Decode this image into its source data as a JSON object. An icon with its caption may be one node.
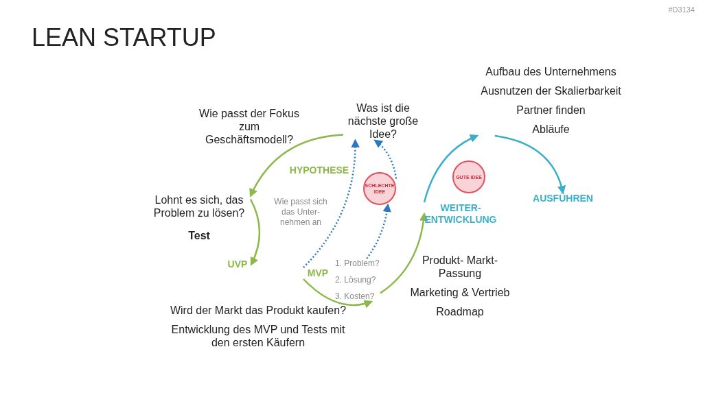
{
  "diagram": {
    "title": "LEAN STARTUP",
    "nodes": [
      {
        "text": [
          "Wie passt der Fokus zum Geschäftsmodell?"
        ]
      },
      {
        "text": [
          "Was ist die nächste große Idee?"
        ]
      },
      {
        "text": [
          "HYPOTHESE"
        ]
      },
      {
        "text": [
          "SCHLECHTE IDEE"
        ]
      },
      {
        "text": [
          "GUTE IDEE"
        ]
      },
      {
        "text": [
          "Aufbau des Unternehmens",
          "Ausnutzen der Skalierbarkeit",
          "Partner finden",
          "Abläufe"
        ]
      },
      {
        "text": [
          "Lohnt es sich, das Problem zu lösen?",
          "Test"
        ]
      },
      {
        "text": [
          "Wie passt sich das Unter- nehmen an"
        ]
      },
      {
        "text": [
          "WEITER- ENTWICKLUNG"
        ]
      },
      {
        "text": [
          "AUSFÜHREN"
        ]
      },
      {
        "text": [
          "UVP"
        ]
      },
      {
        "text": [
          "MVP"
        ]
      },
      {
        "text": [
          "1. Problem?",
          "2. Lösung?",
          "3. Kosten?"
        ]
      },
      {
        "text": [
          "Produkt- Markt-Passung",
          "Marketing & Vertrieb",
          "Roadmap"
        ]
      },
      {
        "text": [
          "Wird der Markt das Produkt kaufen?",
          "Entwicklung des MVP und Tests mit den ersten Käufern"
        ]
      }
    ],
    "edges": [
      {
        "from": 1,
        "to": 6,
        "arrow": "to"
      },
      {
        "from": 6,
        "to": 10,
        "arrow": "to"
      },
      {
        "from": 11,
        "to": 12,
        "arrow": "to"
      },
      {
        "from": 12,
        "to": 8,
        "arrow": "to"
      },
      {
        "from": 8,
        "to": 5,
        "arrow": "to",
        "color": "#3aaecb"
      },
      {
        "from": 5,
        "to": 9,
        "arrow": "to",
        "color": "#3aaecb"
      },
      {
        "from": 11,
        "to": 1,
        "arrow": "to",
        "style": "dashed",
        "color": "#2a78c0"
      },
      {
        "from": 12,
        "to": 3,
        "arrow": "to",
        "style": "dashed",
        "color": "#2a78c0"
      },
      {
        "from": 3,
        "to": 1,
        "arrow": "to",
        "style": "dashed",
        "color": "#2a78c0"
      }
    ],
    "labels": [
      "#D3134"
    ]
  }
}
